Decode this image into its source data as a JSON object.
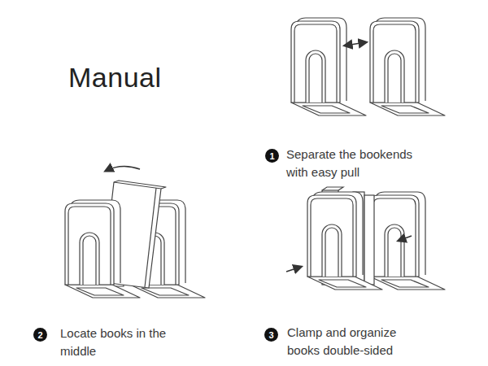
{
  "diagram": {
    "title": "Manual",
    "nodes": [
      {
        "text": [
          "1"
        ]
      },
      {
        "text": [
          "2"
        ]
      },
      {
        "text": [
          "3"
        ]
      }
    ],
    "edges": [],
    "labels": [
      "Separate the bookends with easy pull",
      "Locate books in the middle",
      "Clamp and organize books double-sided"
    ]
  }
}
